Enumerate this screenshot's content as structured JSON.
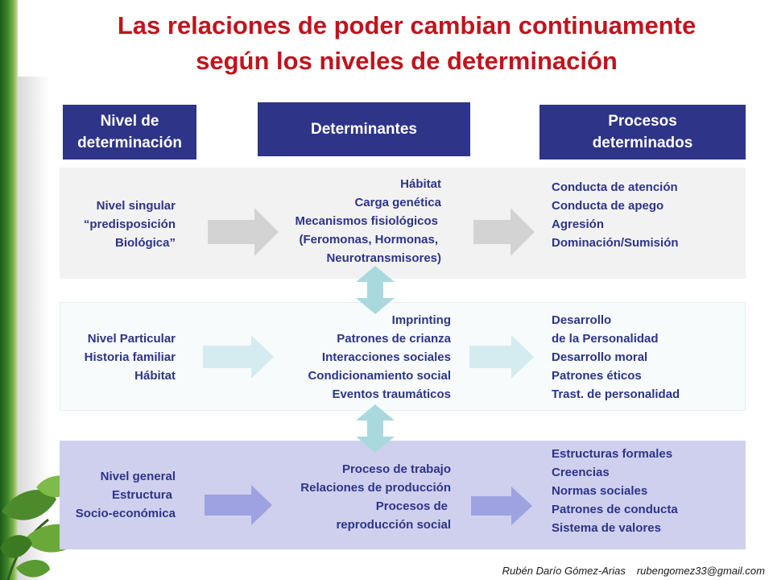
{
  "title": {
    "line1": "Las relaciones de poder cambian continuamente",
    "line2": "según los niveles de determinación"
  },
  "headers": {
    "nivel": {
      "line1": "Nivel de",
      "line2": "determinación"
    },
    "determinantes": "Determinantes",
    "procesos": {
      "line1": "Procesos",
      "line2": "determinados"
    }
  },
  "levels": [
    {
      "nivel": [
        "Nivel singular",
        "“predisposición",
        "Biológica”"
      ],
      "determinantes": [
        "Hábitat",
        "Carga genética",
        "Mecanismos fisiológicos",
        "(Feromonas, Hormonas,",
        "Neurotransmisores)"
      ],
      "procesos": [
        "Conducta de atención",
        "Conducta de apego",
        "Agresión",
        "Dominación/Sumisión"
      ]
    },
    {
      "nivel": [
        "Nivel Particular",
        "Historia familiar",
        "Hábitat"
      ],
      "determinantes": [
        "Imprinting",
        "Patrones de crianza",
        "Interacciones sociales",
        "Condicionamiento social",
        "Eventos traumáticos"
      ],
      "procesos": [
        "Desarrollo",
        "de la Personalidad",
        "Desarrollo moral",
        "Patrones éticos",
        "Trast. de  personalidad"
      ]
    },
    {
      "nivel": [
        "Nivel general",
        "Estructura",
        "Socio-económica"
      ],
      "determinantes": [
        "Proceso de trabajo",
        "Relaciones de producción",
        "Procesos de",
        "reproducción social"
      ],
      "procesos": [
        "Estructuras formales",
        "Creencias",
        "Normas sociales",
        "Patrones de conducta",
        "Sistema de valores"
      ]
    }
  ],
  "footer": {
    "author": "Rubén Darío Gómez-Arias",
    "email": "rubengomez33@gmail.com"
  },
  "colors": {
    "title": "#c0141d",
    "header_bg": "#2e3487",
    "text": "#2e3487",
    "arrow_level1": "#d3d3d3",
    "arrow_level2": "#d4ecef",
    "arrow_level3": "#9fa2e0",
    "connector": "#a9d9dd"
  }
}
